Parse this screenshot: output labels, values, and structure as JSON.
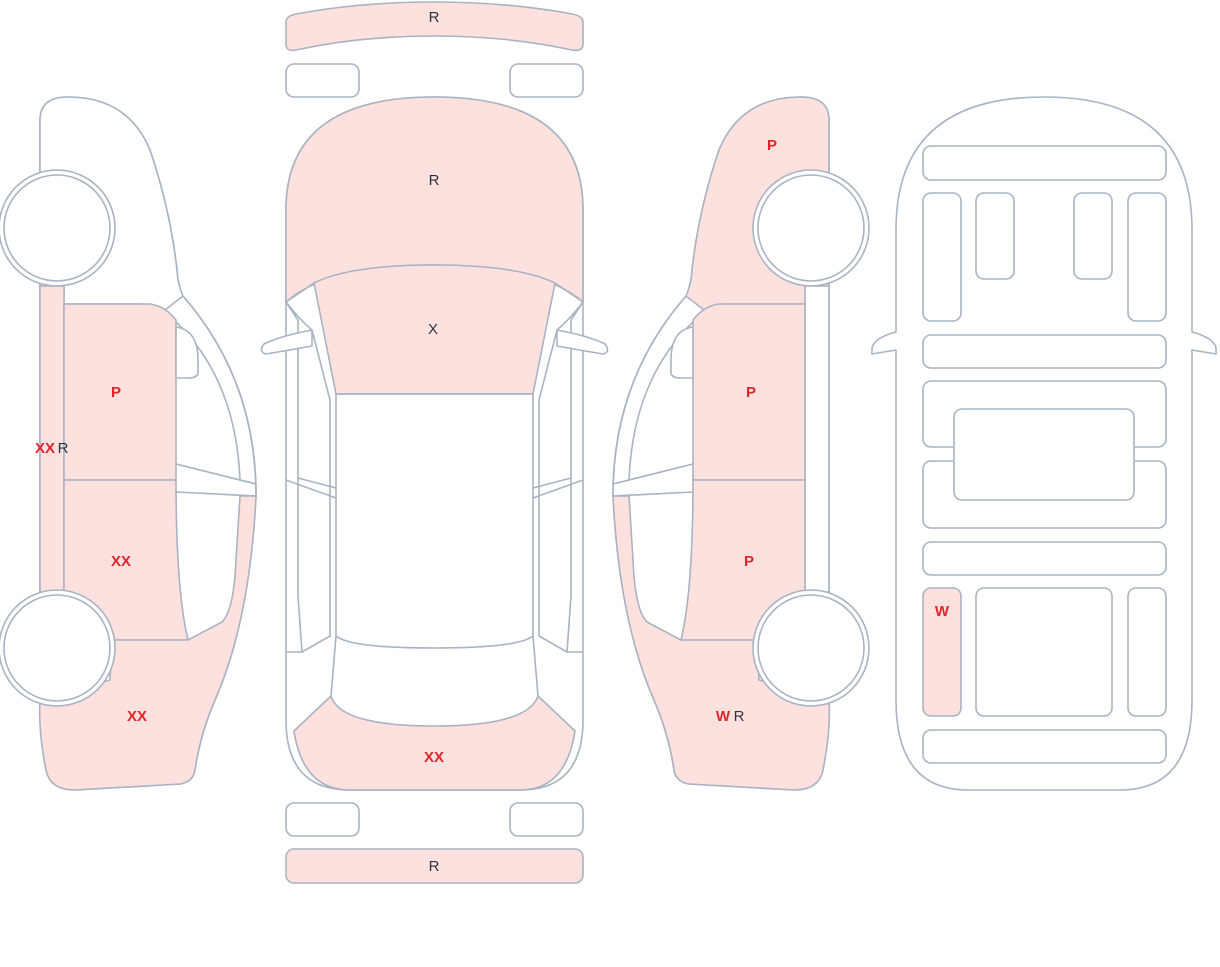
{
  "colors": {
    "outline": "#a9b3c2",
    "damage_fill": "#fde1de",
    "code_red": "#e2232b",
    "code_dark": "#2b3240"
  },
  "codes": {
    "front_bumper_strip": "R",
    "hood": "R",
    "windshield": "X",
    "rear_bumper": "XX",
    "rear_bumper_strip": "R",
    "left_front_door": "P",
    "left_rocker_a": "XX",
    "left_rocker_b": "R",
    "left_rear_door": "XX",
    "left_rear_quarter": "XX",
    "right_front_fender": "P",
    "right_front_door": "P",
    "right_rear_door": "P",
    "right_rear_quarter_a": "W",
    "right_rear_quarter_b": "R",
    "interior_left_rear_seat": "W"
  }
}
